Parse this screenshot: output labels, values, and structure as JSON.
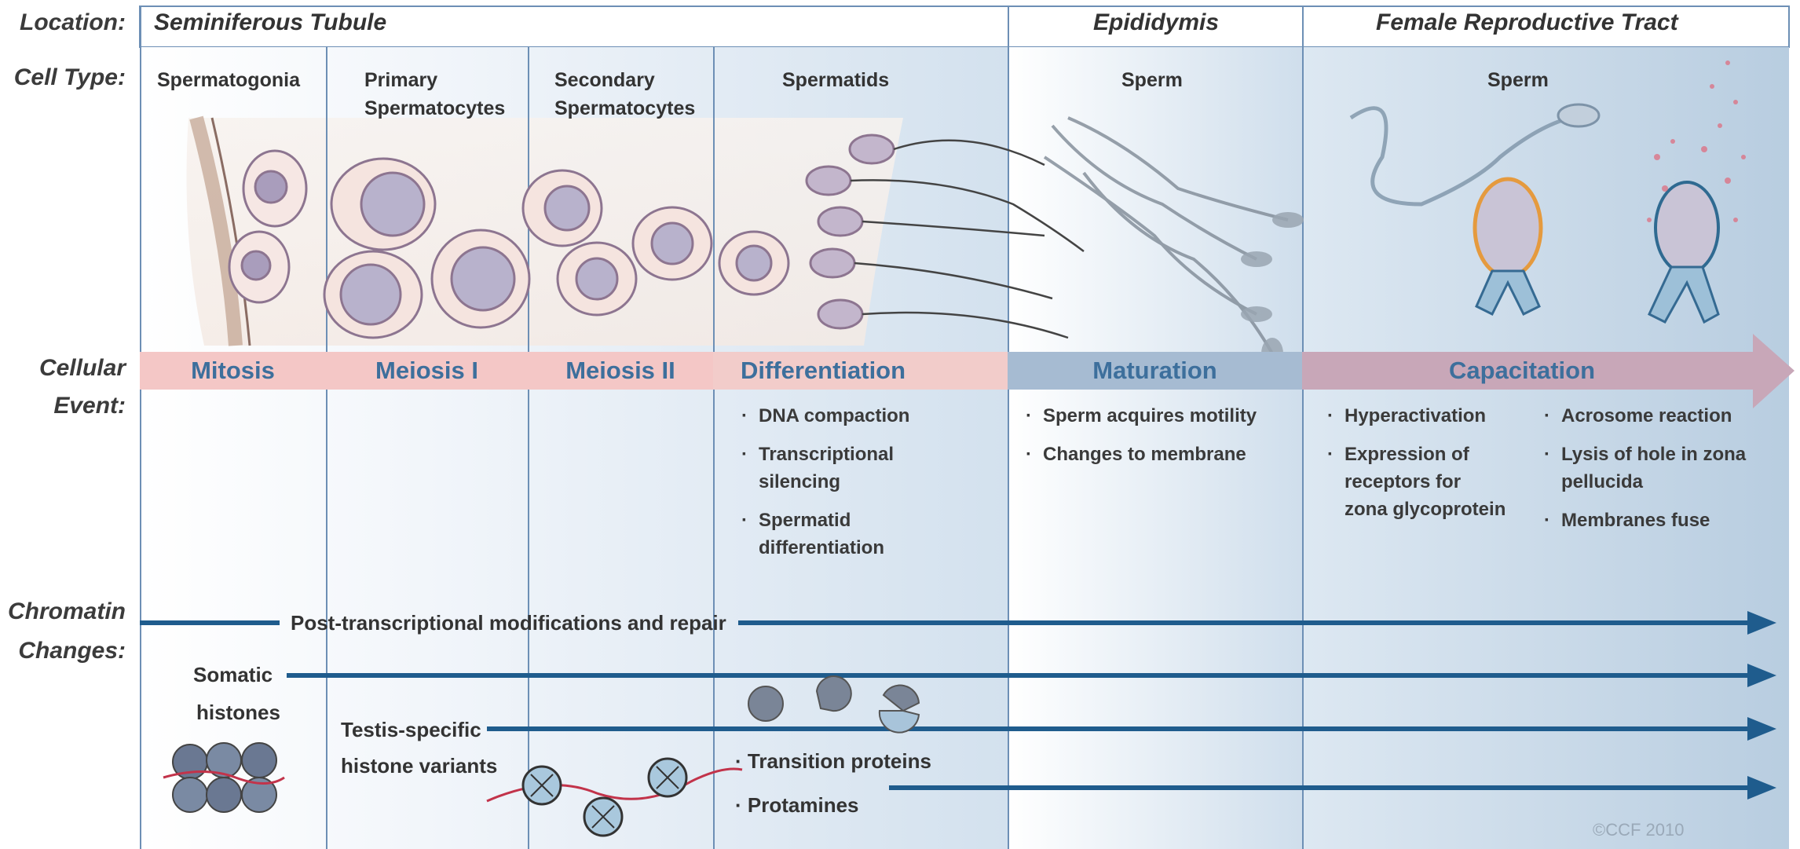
{
  "row_labels": {
    "location": "Location:",
    "cell_type": "Cell Type:",
    "cellular": "Cellular",
    "event": "Event:",
    "chromatin": "Chromatin",
    "changes": "Changes:"
  },
  "locations": [
    "Seminiferous Tubule",
    "Epididymis",
    "Female Reproductive Tract"
  ],
  "cell_types": {
    "spermatogonia": "Spermatogonia",
    "primary_1": "Primary",
    "primary_2": "Spermatocytes",
    "secondary_1": "Secondary",
    "secondary_2": "Spermatocytes",
    "spermatids": "Spermatids",
    "sperm_epi": "Sperm",
    "sperm_frt": "Sperm"
  },
  "events": [
    "Mitosis",
    "Meiosis I",
    "Meiosis II",
    "Differentiation",
    "Maturation",
    "Capacitation"
  ],
  "details": {
    "differentiation": [
      "DNA compaction",
      "Transcriptional silencing",
      "Spermatid differentiation"
    ],
    "maturation": [
      "Sperm acquires motility",
      "Changes to membrane"
    ],
    "capacitation_left": [
      "Hyperactivation",
      "Expression of receptors for zona glycoprotein"
    ],
    "capacitation_right": [
      "Acrosome reaction",
      "Lysis of hole in zona  pellucida",
      "Membranes fuse"
    ]
  },
  "chromatin": {
    "post_transcriptional": "Post-transcriptional modifications and repair",
    "somatic_1": "Somatic",
    "somatic_2": "histones",
    "testis_1": "Testis-specific",
    "testis_2": "histone variants",
    "transition": "Transition proteins",
    "protamines": "Protamines"
  },
  "copyright": "©CCF 2010",
  "colors": {
    "arrow_blue": "#1f5c8d",
    "event_pink": "#f4c7c6",
    "maturation_blue": "#9fb7d0",
    "capacitation_mauve": "#c9a9b9",
    "event_text": "#3d6f9c"
  }
}
